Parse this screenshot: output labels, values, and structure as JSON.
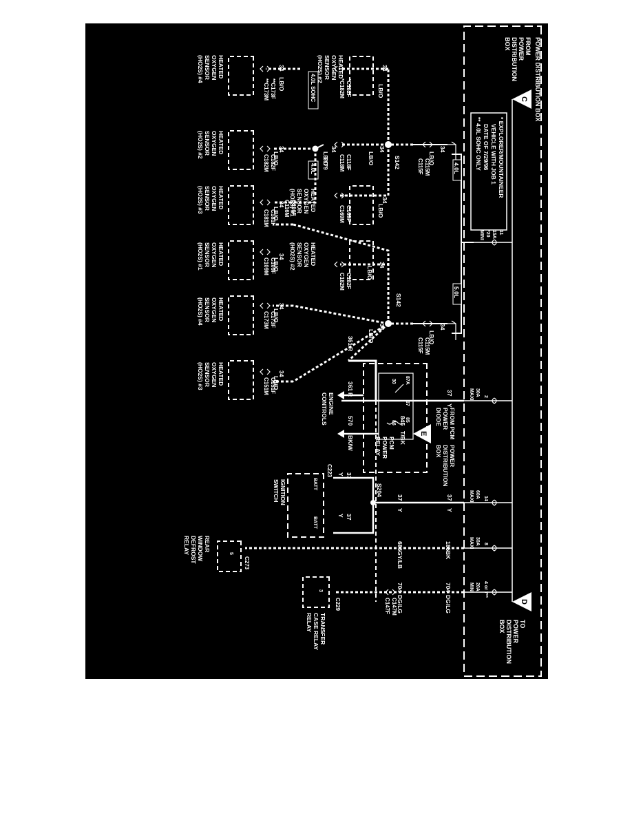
{
  "colors": {
    "background": "#000000",
    "foreground": "#ffffff",
    "page": "#ffffff"
  },
  "pdb": {
    "title": "POWER DISTRIBUTION BOX",
    "from": [
      "FROM",
      "POWER",
      "DISTRIBUTION",
      "BOX"
    ],
    "to": [
      "TO",
      "POWER",
      "DISTRIBUTION",
      "BOX"
    ],
    "connector_c": "C",
    "connector_d": "D",
    "note_lines": [
      "* EXPLORER/MOUNTAINEER",
      "VEHICLE WITH JOB 1",
      "DATE OF 7/29/96",
      "** 4.0L SOHC ONLY"
    ]
  },
  "fuses": [
    {
      "num": "11",
      "rating": "15A",
      "rating2": "*20",
      "type": "MINI"
    },
    {
      "num": "2",
      "rating": "30A",
      "type": "MAXI"
    },
    {
      "num": "14",
      "rating": "60A",
      "type": "MAXI"
    },
    {
      "num": "8",
      "rating": "30A",
      "type": "MAXI"
    },
    {
      "num": "4 or 7**",
      "rating": "20A",
      "type": "MINI"
    }
  ],
  "wires": {
    "w34": "34",
    "lbo": "LB/O",
    "w361": "361",
    "r": "R",
    "w37": "37",
    "y": "Y",
    "w845": "845",
    "tbk": "T/BK",
    "w570": "570",
    "bkw": "BK/W",
    "w185": "185",
    "bk": "BK",
    "w686": "686",
    "gylb": "GY/LB",
    "w704": "704",
    "dglg": "DG/LG"
  },
  "engine_labels": {
    "l40_left": "4.0L",
    "l50": "5.0L",
    "l40_mid": "4.0L",
    "l40_sohc": "4.0L SOHC"
  },
  "splices": {
    "s142a": "S142",
    "s142b": "S142",
    "s179": "S179",
    "s204": "S204"
  },
  "connectors": {
    "c115m": "C115M",
    "c115f": "C115F",
    "c115m_b": "C115M",
    "c115f_b": "C115F",
    "c118f": "C118F",
    "c118m": "C118M",
    "c116f": "C116F",
    "c116m": "C116M",
    "c182f_star": "*C182F",
    "c182m_star": "*C182M",
    "c173f_star": "**C173F",
    "c173m_star": "**C173M",
    "c182f": "C182F",
    "c182m": "C182M",
    "c169f": "C169F",
    "c169m": "C169M",
    "c182f_b": "C182F",
    "c182m_b": "C182M",
    "c181f": "C181F",
    "c181m": "C181M",
    "c109f": "C109F",
    "c109m": "C109M",
    "c173f": "C173F",
    "c173m": "C173M",
    "c151f": "C151F",
    "c151m": "C151M",
    "c223": "C223",
    "c273": "C273",
    "c147m": "C147M",
    "c147f": "C147F",
    "c229": "C229"
  },
  "sensors": {
    "s_l40_2": [
      "HEATED",
      "OXYGEN",
      "SENSOR",
      "(HO2S) #2"
    ],
    "s_l40_4": [
      "HEATED",
      "OXYGEN",
      "SENSOR",
      "(HO2S) #4"
    ],
    "s_l40_1": [
      "HEATED",
      "OXYGEN",
      "SENSOR",
      "(HO2S) #1"
    ],
    "s_l40m_2": [
      "HEATED",
      "OXYGEN",
      "SENSOR",
      "(HO2S) #2"
    ],
    "s_l40m_3": [
      "HEATED",
      "OXYGEN",
      "SENSOR",
      "(HO2S) #3"
    ],
    "s_l50_2": [
      "HEATED",
      "OXYGEN",
      "SENSOR",
      "(HO2S) #2"
    ],
    "s_l50_1": [
      "HEATED",
      "OXYGEN",
      "SENSOR",
      "(HO2S) #1"
    ],
    "s_l50_4": [
      "HEATED",
      "OXYGEN",
      "SENSOR",
      "(HO2S) #4"
    ],
    "s_l50_3": [
      "HEATED",
      "OXYGEN",
      "SENSOR",
      "(HO2S) #3"
    ]
  },
  "relay": {
    "name": [
      "PCM",
      "POWER",
      "RELAY"
    ],
    "p87a": "87A",
    "p87": "87",
    "p85": "85",
    "p30": "30",
    "p86": "86"
  },
  "pcm_diode": [
    "FROM PCM",
    "POWER",
    "DIODE"
  ],
  "connector_e": "E",
  "pdb2": [
    "POWER",
    "DISTRIBUTION",
    "BOX"
  ],
  "engine_controls": [
    "ENGINE",
    "CONTROLS"
  ],
  "ignition": {
    "name": [
      "IGNITION",
      "SWITCH"
    ],
    "batt1": "BATT",
    "batt2": "BATT"
  },
  "rear_relay": {
    "name": [
      "REAR",
      "WINDOW",
      "DEFROST",
      "RELAY"
    ],
    "pin": "5"
  },
  "transfer_relay": {
    "name": [
      "TRANSFER",
      "CASE RELAY",
      "RELAY"
    ],
    "pin": "3"
  }
}
